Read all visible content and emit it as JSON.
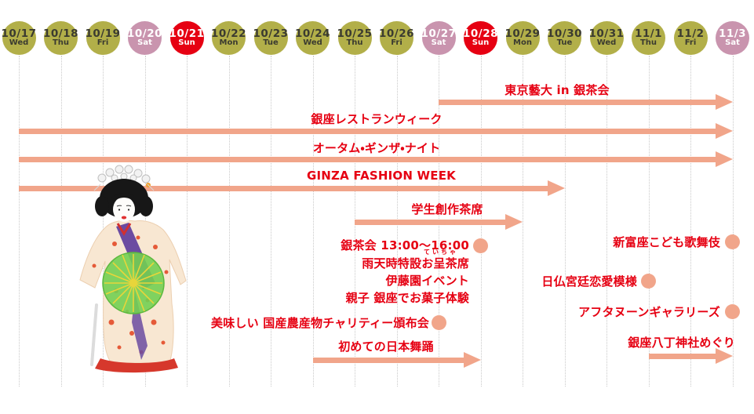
{
  "colors": {
    "weekday_circle": "#b2af49",
    "saturday_circle": "#c994ae",
    "sunday_circle": "#e60012",
    "circle_text_dark": "#3b3b30",
    "circle_text_light": "#ffffff",
    "event_text": "#e60012",
    "arrow": "#f1a58a",
    "gridline": "#c9c9c9"
  },
  "icons": {
    "figure": "japanese-dancer-child-with-green-umbrella"
  },
  "chart_data": {
    "type": "bar",
    "subtype": "event-timeline-gantt",
    "title": "",
    "legend": "none",
    "grid": "vertical-dotted",
    "x_axis": {
      "dates": [
        {
          "date": "10/17",
          "dow": "Wed",
          "kind": "weekday"
        },
        {
          "date": "10/18",
          "dow": "Thu",
          "kind": "weekday"
        },
        {
          "date": "10/19",
          "dow": "Fri",
          "kind": "weekday"
        },
        {
          "date": "10/20",
          "dow": "Sat",
          "kind": "saturday"
        },
        {
          "date": "10/21",
          "dow": "Sun",
          "kind": "sunday"
        },
        {
          "date": "10/22",
          "dow": "Mon",
          "kind": "weekday"
        },
        {
          "date": "10/23",
          "dow": "Tue",
          "kind": "weekday"
        },
        {
          "date": "10/24",
          "dow": "Wed",
          "kind": "weekday"
        },
        {
          "date": "10/25",
          "dow": "Thu",
          "kind": "weekday"
        },
        {
          "date": "10/26",
          "dow": "Fri",
          "kind": "weekday"
        },
        {
          "date": "10/27",
          "dow": "Sat",
          "kind": "saturday"
        },
        {
          "date": "10/28",
          "dow": "Sun",
          "kind": "sunday"
        },
        {
          "date": "10/29",
          "dow": "Mon",
          "kind": "weekday"
        },
        {
          "date": "10/30",
          "dow": "Tue",
          "kind": "weekday"
        },
        {
          "date": "10/31",
          "dow": "Wed",
          "kind": "weekday"
        },
        {
          "date": "11/1",
          "dow": "Thu",
          "kind": "weekday"
        },
        {
          "date": "11/2",
          "dow": "Fri",
          "kind": "weekday"
        },
        {
          "date": "11/3",
          "dow": "Sat",
          "kind": "saturday"
        }
      ]
    },
    "events": [
      {
        "label": "東京藝大 in 銀茶会",
        "style": "arrow",
        "start": "10/27",
        "end": "11/3"
      },
      {
        "label": "銀座レストランウィーク",
        "style": "arrow",
        "start": "10/17",
        "end": "11/3"
      },
      {
        "label": "オータム・ギンザ・ナイト",
        "style": "arrow",
        "start": "10/17",
        "end": "11/3"
      },
      {
        "label": "GINZA FASHION WEEK",
        "style": "arrow",
        "start": "10/17",
        "end": "10/30"
      },
      {
        "label": "学生創作茶席",
        "style": "arrow",
        "start": "10/25",
        "end": "10/29"
      },
      {
        "label": "銀茶会 13:00～16:00",
        "style": "dot",
        "date": "10/28",
        "furigana": "ていちゃ",
        "sublabels": [
          "雨天時特設お呈茶席",
          "伊藤園イベント",
          "親子 銀座でお菓子体験"
        ]
      },
      {
        "label": "新富座こども歌舞伎",
        "style": "dot",
        "date": "11/3"
      },
      {
        "label": "日仏宮廷恋愛模様",
        "style": "dot",
        "date": "11/1"
      },
      {
        "label": "アフタヌーンギャラリーズ",
        "style": "dot",
        "date": "11/3"
      },
      {
        "label": "美味しい 国産農産物チャリティー頒布会",
        "style": "dot",
        "date": "10/27"
      },
      {
        "label": "初めての日本舞踊",
        "style": "arrow",
        "start": "10/24",
        "end": "10/28"
      },
      {
        "label": "銀座八丁神社めぐり",
        "style": "arrow",
        "start": "11/1",
        "end": "11/3"
      }
    ]
  }
}
